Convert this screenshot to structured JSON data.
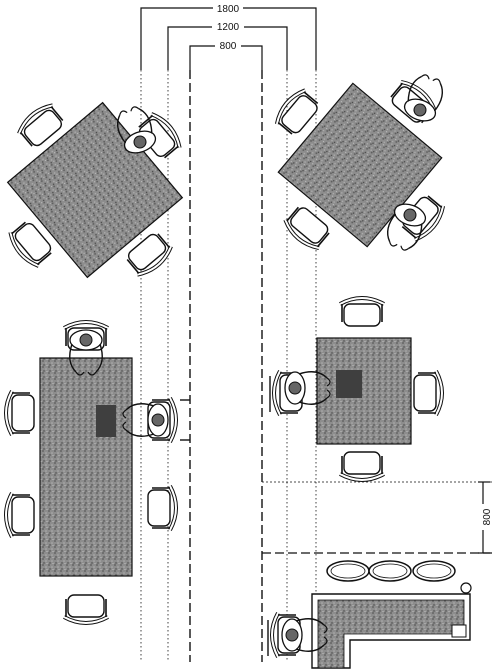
{
  "dimensions": {
    "top_outer": "1800",
    "top_middle": "1200",
    "top_inner": "800",
    "right_vertical": "800"
  },
  "colors": {
    "ink": "#111111",
    "table_fill": "#8a8a8a",
    "table_dark": "#4a4a4a",
    "chair_fill": "#ffffff",
    "background": "#ffffff"
  },
  "icons": {
    "person": "person-top-view-icon",
    "chair": "chair-top-view-icon",
    "stool": "round-stool-icon"
  }
}
